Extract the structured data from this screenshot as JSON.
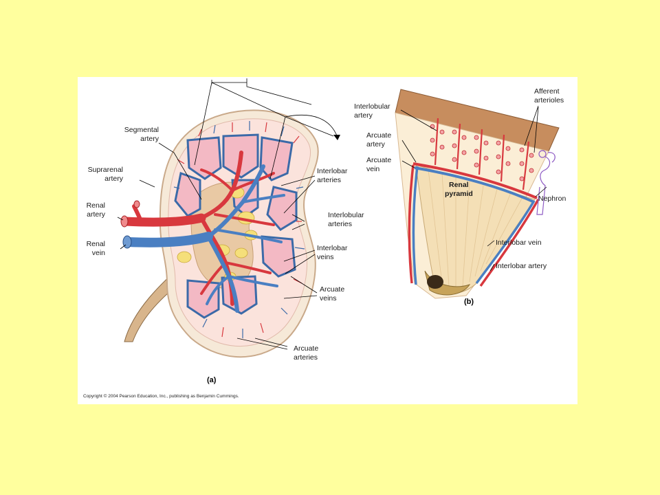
{
  "figure": {
    "copyright": "Copyright © 2004 Pearson Education, Inc., publishing as Benjamin Cummings.",
    "panel_a": "(a)",
    "panel_b": "(b)",
    "labels_a": {
      "segmental_1": "Segmental",
      "segmental_2": "artery",
      "suprarenal_1": "Suprarenal",
      "suprarenal_2": "artery",
      "renal_artery_1": "Renal",
      "renal_artery_2": "artery",
      "renal_vein_1": "Renal",
      "renal_vein_2": "vein",
      "interlobar_arteries_1": "Interlobar",
      "interlobar_arteries_2": "arteries",
      "interlobular_arteries_1": "Interlobular",
      "interlobular_arteries_2": "arteries",
      "interlobar_veins_1": "Interlobar",
      "interlobar_veins_2": "veins",
      "arcuate_veins_1": "Arcuate",
      "arcuate_veins_2": "veins",
      "arcuate_arteries_1": "Arcuate",
      "arcuate_arteries_2": "arteries"
    },
    "labels_b": {
      "interlobular_artery_1": "Interlobular",
      "interlobular_artery_2": "artery",
      "arcuate_artery_1": "Arcuate",
      "arcuate_artery_2": "artery",
      "arcuate_vein_1": "Arcuate",
      "arcuate_vein_2": "vein",
      "afferent_1": "Afferent",
      "afferent_2": "arterioles",
      "renal_pyramid_1": "Renal",
      "renal_pyramid_2": "pyramid",
      "nephron": "Nephron",
      "interlobar_vein": "Interlobar vein",
      "interlobar_artery": "Interlobar artery"
    }
  }
}
